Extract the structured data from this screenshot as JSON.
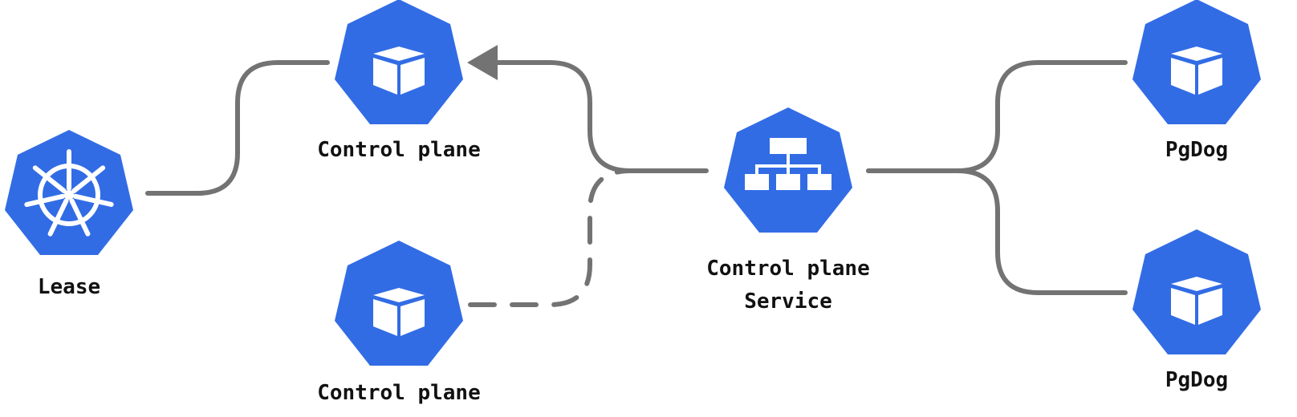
{
  "colors": {
    "node_fill": "#326ce5",
    "icon": "#ffffff",
    "connector": "#737373",
    "text": "#111111"
  },
  "nodes": {
    "lease": {
      "label": "Lease",
      "icon": "kubernetes-helm-icon"
    },
    "control_plane_primary": {
      "label": "Control plane",
      "icon": "cube-icon"
    },
    "control_plane_standby": {
      "label": "Control plane",
      "icon": "cube-icon"
    },
    "service": {
      "label_line1": "Control plane",
      "label_line2": "Service",
      "icon": "hierarchy-icon"
    },
    "pgdog_top": {
      "label": "PgDog",
      "icon": "cube-icon"
    },
    "pgdog_bottom": {
      "label": "PgDog",
      "icon": "cube-icon"
    }
  },
  "connectors": [
    {
      "from": "lease",
      "to": "control_plane_primary",
      "style": "solid"
    },
    {
      "from": "service",
      "to": "control_plane_primary",
      "style": "solid",
      "arrow": "end"
    },
    {
      "from": "control_plane_standby",
      "to": "service",
      "style": "dashed"
    },
    {
      "from": "service",
      "to": "pgdog_top",
      "style": "solid"
    },
    {
      "from": "service",
      "to": "pgdog_bottom",
      "style": "solid"
    }
  ]
}
